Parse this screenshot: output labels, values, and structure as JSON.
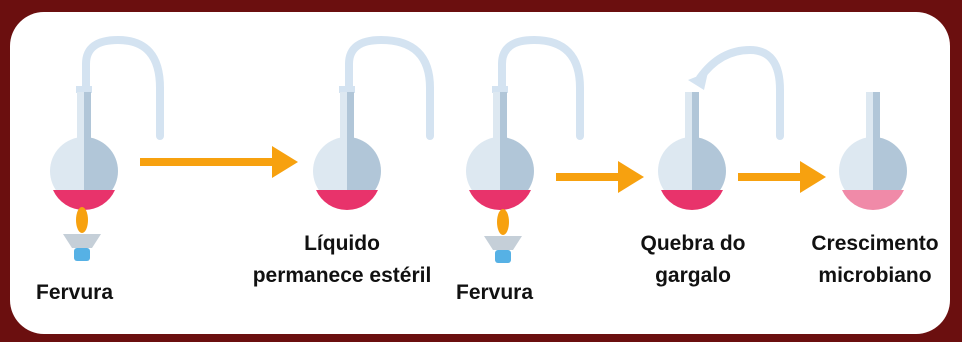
{
  "steps": [
    {
      "label": "Fervura",
      "neck": "swan",
      "heated": true
    },
    {
      "label": "Líquido\npermanece estéril",
      "neck": "swan",
      "heated": false
    },
    {
      "label": "Fervura",
      "neck": "swan",
      "heated": true
    },
    {
      "label": "Quebra do\ngargalo",
      "neck": "broken",
      "heated": false
    },
    {
      "label": "Crescimento\nmicrobiano",
      "neck": "none",
      "heated": false
    }
  ],
  "colors": {
    "background": "#6b0f0f",
    "panel": "#ffffff",
    "flask_light": "#dde8f1",
    "flask_dark": "#b1c6d8",
    "tube": "#d4e3f1",
    "liquid_sterile": "#e8336b",
    "liquid_contaminated": "#f08aa8",
    "arrow": "#f7a10f",
    "flame": "#f7a10f",
    "burner_base": "#56b1e5",
    "burner_head": "#c5cfd8"
  }
}
